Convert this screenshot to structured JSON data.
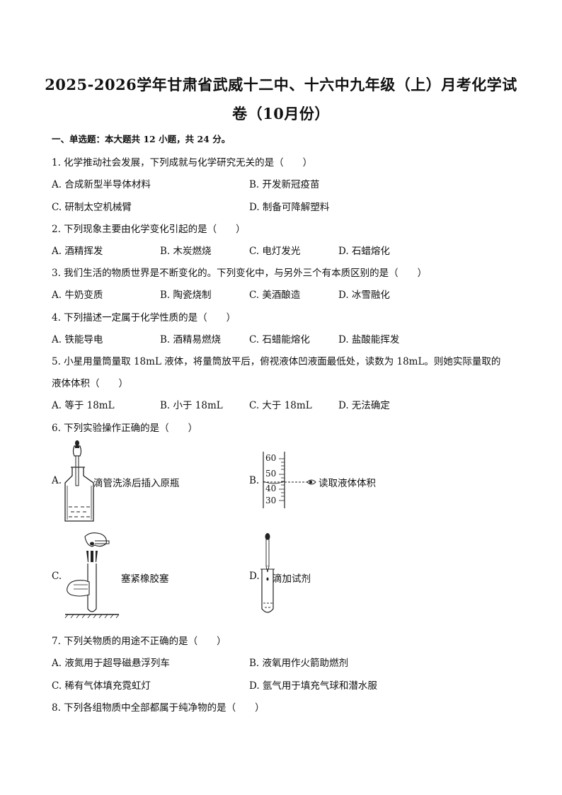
{
  "title_line1": "2025-2026学年甘肃省武威十二中、十六中九年级（上）月考化学试",
  "title_line2": "卷（10月份）",
  "section1": "一、单选题：本大题共 12 小题，共 24 分。",
  "q1": {
    "stem": "1. 化学推动社会发展，下列成就与化学研究无关的是（　　）",
    "a": "A. 合成新型半导体材料",
    "b": "B. 开发新冠疫苗",
    "c": "C. 研制太空机械臂",
    "d": "D. 制备可降解塑料"
  },
  "q2": {
    "stem": "2. 下列现象主要由化学变化引起的是（　　）",
    "a": "A. 酒精挥发",
    "b": "B. 木炭燃烧",
    "c": "C. 电灯发光",
    "d": "D. 石蜡熔化"
  },
  "q3": {
    "stem": "3. 我们生活的物质世界是不断变化的。下列变化中，与另外三个有本质区别的是（　　）",
    "a": "A. 牛奶变质",
    "b": "B. 陶瓷烧制",
    "c": "C. 美酒酿造",
    "d": "D. 冰雪融化"
  },
  "q4": {
    "stem": "4. 下列描述一定属于化学性质的是（　　）",
    "a": "A. 铁能导电",
    "b": "B. 酒精易燃烧",
    "c": "C. 石蜡能熔化",
    "d": "D. 盐酸能挥发"
  },
  "q5": {
    "stem1": "5. 小星用量筒量取 18mL 液体，将量筒放平后，俯视液体凹液面最低处，读数为 18mL。则她实际量取的",
    "stem2": "液体体积（　　）",
    "a": "A. 等于 18mL",
    "b": "B. 小于 18mL",
    "c": "C. 大于 18mL",
    "d": "D. 无法确定"
  },
  "q6": {
    "stem": "6. 下列实验操作正确的是（　　）",
    "a_label": "A.",
    "a_caption": "滴管洗涤后插入原瓶",
    "b_label": "B.",
    "b_caption": "读取液体体积",
    "b_ticks": [
      "60",
      "50",
      "40",
      "30"
    ],
    "c_label": "C.",
    "c_caption": "塞紧橡胶塞",
    "d_label": "D.",
    "d_caption": "滴加试剂"
  },
  "q7": {
    "stem": "7. 下列关物质的用途不正确的是（　　）",
    "a": "A. 液氮用于超导磁悬浮列车",
    "b": "B. 液氧用作火箭助燃剂",
    "c": "C. 稀有气体填充霓虹灯",
    "d": "D. 氩气用于填充气球和潜水服"
  },
  "q8": {
    "stem": "8. 下列各组物质中全部都属于纯净物的是（　　）"
  }
}
